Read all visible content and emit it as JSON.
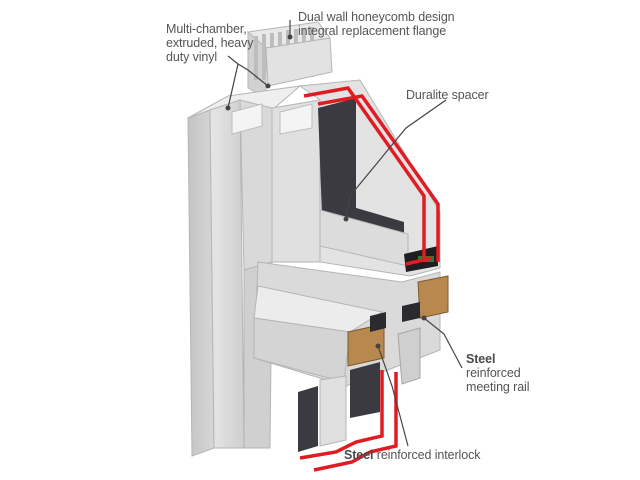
{
  "labels": {
    "multi_chamber": [
      "Multi-chamber,",
      "extruded, heavy",
      "duty vinyl"
    ],
    "dual_wall": [
      "Dual wall honeycomb design",
      "integral replacement flange"
    ],
    "duralite": "Duralite spacer",
    "steel_rail": {
      "bold": "Steel",
      "rest": [
        "reinforced",
        "meeting rail"
      ]
    },
    "steel_interlock": {
      "bold": "Steel",
      "rest": " reinforced interlock"
    }
  },
  "colors": {
    "frame_light": "#dcdcdc",
    "frame_mid": "#c9c9c9",
    "frame_dark": "#b2b2b2",
    "glass_seal": "#3a3a40",
    "red_glazing": "#e11b22",
    "wood_insert": "#b8894e",
    "leader": "#444444",
    "text": "#555555"
  }
}
